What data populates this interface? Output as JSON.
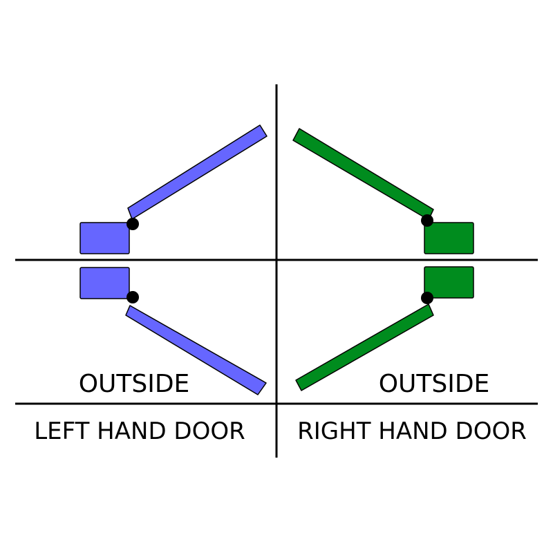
{
  "labels": {
    "left_outside": "OUTSIDE",
    "right_outside": "OUTSIDE",
    "left_door": "LEFT HAND DOOR",
    "right_door": "RIGHT HAND DOOR"
  },
  "colors": {
    "left_door_fill": "#6666ff",
    "right_door_fill": "#008c1e",
    "outline": "#000000",
    "background": "#ffffff"
  }
}
